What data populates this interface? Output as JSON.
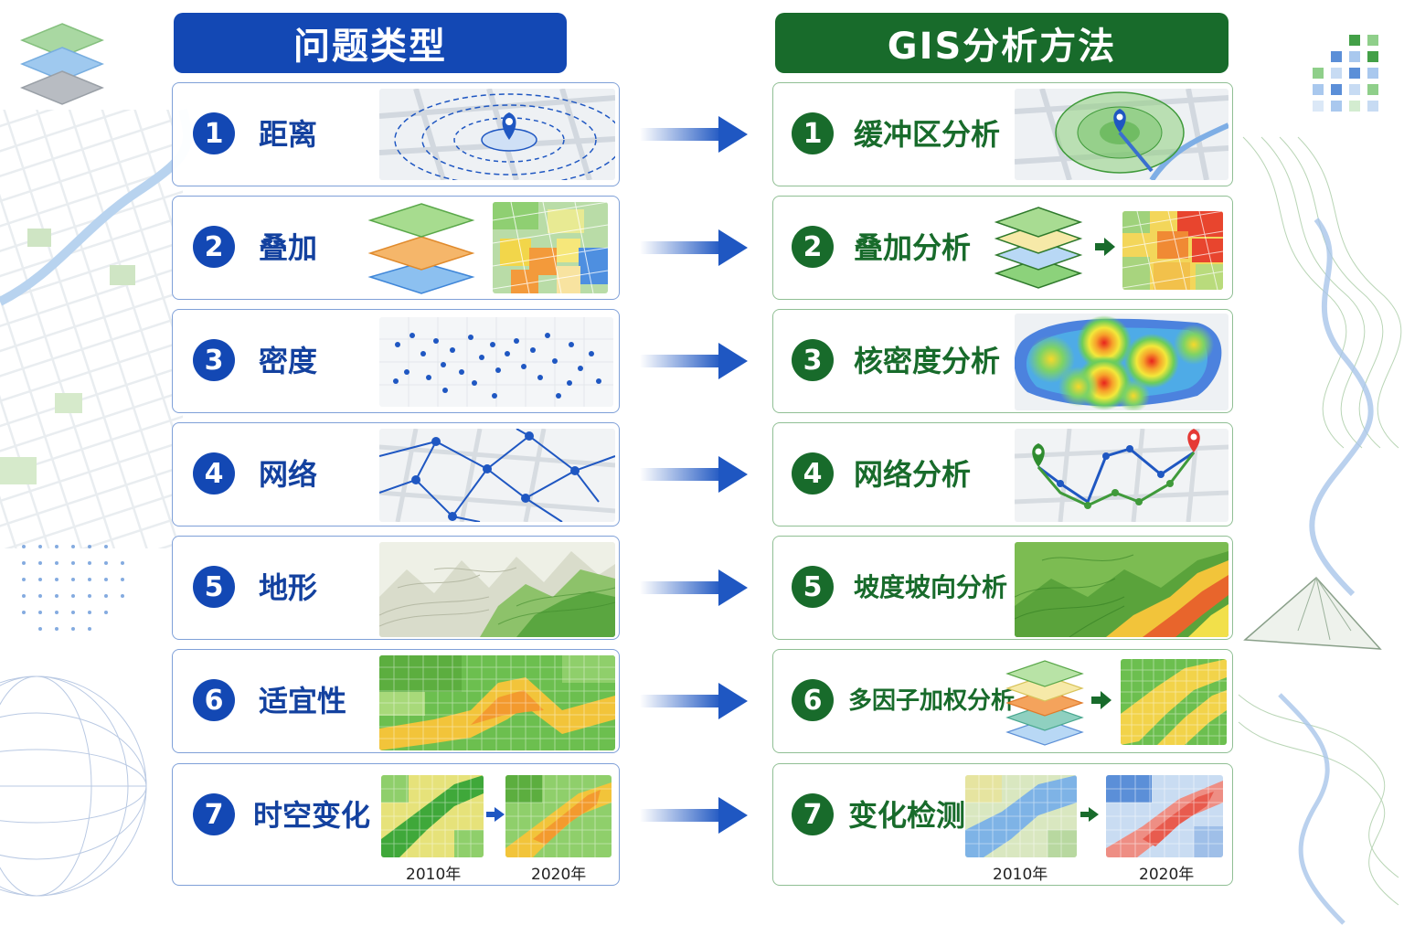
{
  "headers": {
    "left": "问题类型",
    "right": "GIS分析方法"
  },
  "rows": [
    {
      "num": "1",
      "problem": "距离",
      "method": "缓冲区分析"
    },
    {
      "num": "2",
      "problem": "叠加",
      "method": "叠加分析"
    },
    {
      "num": "3",
      "problem": "密度",
      "method": "核密度分析"
    },
    {
      "num": "4",
      "problem": "网络",
      "method": "网络分析"
    },
    {
      "num": "5",
      "problem": "地形",
      "method": "坡度坡向分析"
    },
    {
      "num": "6",
      "problem": "适宜性",
      "method": "多因子加权分析"
    },
    {
      "num": "7",
      "problem": "时空变化",
      "method": "变化检测"
    }
  ],
  "years": {
    "left_start": "2010年",
    "left_end": "2020年",
    "right_start": "2010年",
    "right_end": "2020年"
  },
  "colors": {
    "blue": "#1348b4",
    "green": "#186b2b"
  },
  "icons": [
    "layers-icon",
    "grid-blocks-icon",
    "location-pin-icon",
    "right-arrow-icon"
  ]
}
